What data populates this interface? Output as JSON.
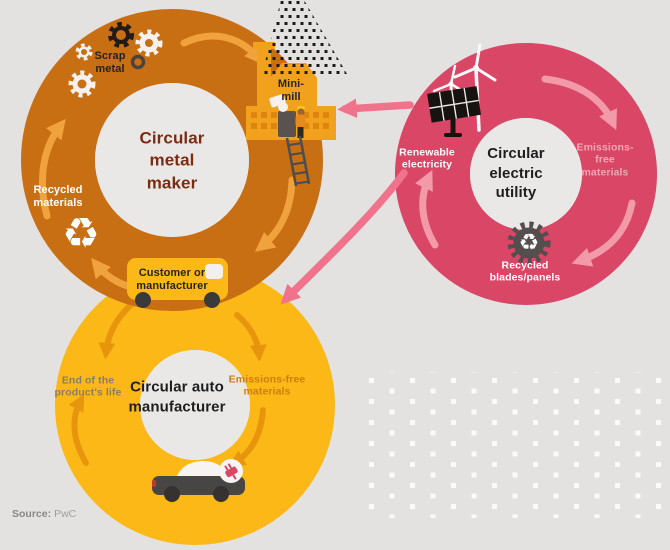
{
  "source": {
    "label": "Source:",
    "value": "PwC"
  },
  "colors": {
    "background": "#E3E2E1",
    "metal_ring": "#C96F13",
    "metal_arrows": "#F0A23C",
    "metal_title": "#7A2D10",
    "auto_ring": "#FBB817",
    "auto_arrows": "#E8950E",
    "electric_ring": "#D94666",
    "electric_arrows": "#F29AA8",
    "connector_arrows": "#F0738B",
    "factory": "#F2A11C",
    "smoke_dots": "#1A1A1A",
    "white_squares": "#FAFAFA"
  },
  "metal_cycle": {
    "title": "Circular\nmetal\nmaker",
    "labels": {
      "scrap_metal": "Scrap\nmetal",
      "mini_mill": "Mini-\nmill",
      "recycled_materials": "Recycled\nmaterials",
      "customer": "Customer or\nmanufacturer"
    }
  },
  "electric_cycle": {
    "title": "Circular\nelectric\nutility",
    "labels": {
      "renewable_electricity": "Renewable\nelectricity",
      "emissions_free": "Emissions-free\nmaterials",
      "recycled_blades": "Recycled\nblades/panels"
    }
  },
  "auto_cycle": {
    "title": "Circular auto\nmanufacturer",
    "labels": {
      "end_of_life": "End of the\nproduct's life",
      "emissions_free": "Emissions-free\nmaterials"
    }
  }
}
